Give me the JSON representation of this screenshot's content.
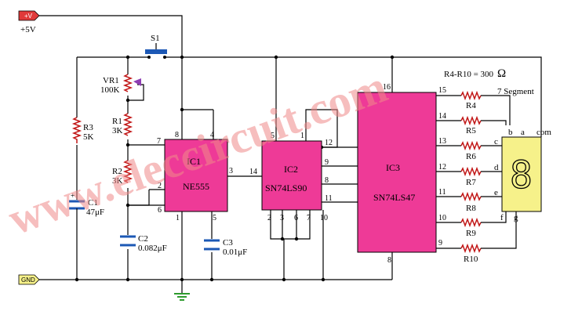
{
  "watermark": "www.eleccircuit.com",
  "power": {
    "vcc_tag": "+V",
    "vcc_label": "+5V",
    "gnd_tag": "GND"
  },
  "switch": {
    "label": "S1"
  },
  "note": {
    "text": "R4-R10 = 300",
    "unit": "Ω"
  },
  "chips": {
    "ic1": {
      "name": "IC1",
      "part": "NE555"
    },
    "ic2": {
      "name": "IC2",
      "part": "SN74LS90"
    },
    "ic3": {
      "name": "IC3",
      "part": "SN74LS47"
    }
  },
  "components": {
    "vr1": {
      "name": "VR1",
      "value": "100K"
    },
    "r1": {
      "name": "R1",
      "value": "3K"
    },
    "r2": {
      "name": "R2",
      "value": "3K"
    },
    "r3": {
      "name": "R3",
      "value": "5K"
    },
    "c1": {
      "name": "C1",
      "value": "47μF"
    },
    "c2": {
      "name": "C2",
      "value": "0.082μF"
    },
    "c3": {
      "name": "C3",
      "value": "0.01μF"
    }
  },
  "out_resistors": [
    "R4",
    "R5",
    "R6",
    "R7",
    "R8",
    "R9",
    "R10"
  ],
  "display": {
    "label": "7 Segment",
    "digit": "8",
    "segments": [
      "a",
      "b",
      "c",
      "d",
      "e",
      "f",
      "g"
    ],
    "com": "com"
  },
  "pins": {
    "ic1": [
      "8",
      "4",
      "7",
      "2",
      "6",
      "1",
      "5",
      "3"
    ],
    "ic2": [
      "5",
      "1",
      "12",
      "9",
      "8",
      "11",
      "14",
      "2",
      "3",
      "6",
      "7",
      "10"
    ],
    "ic3": [
      "16",
      "8",
      "15",
      "14",
      "13",
      "12",
      "11",
      "10",
      "9"
    ]
  },
  "colors": {
    "chip": "#ee3a97",
    "display": "#f6f18a",
    "vcc_tag": "#e03a3a",
    "capacitor": "#1c58b5",
    "resistor": "#c21717",
    "ground": "#2e9b2e"
  }
}
